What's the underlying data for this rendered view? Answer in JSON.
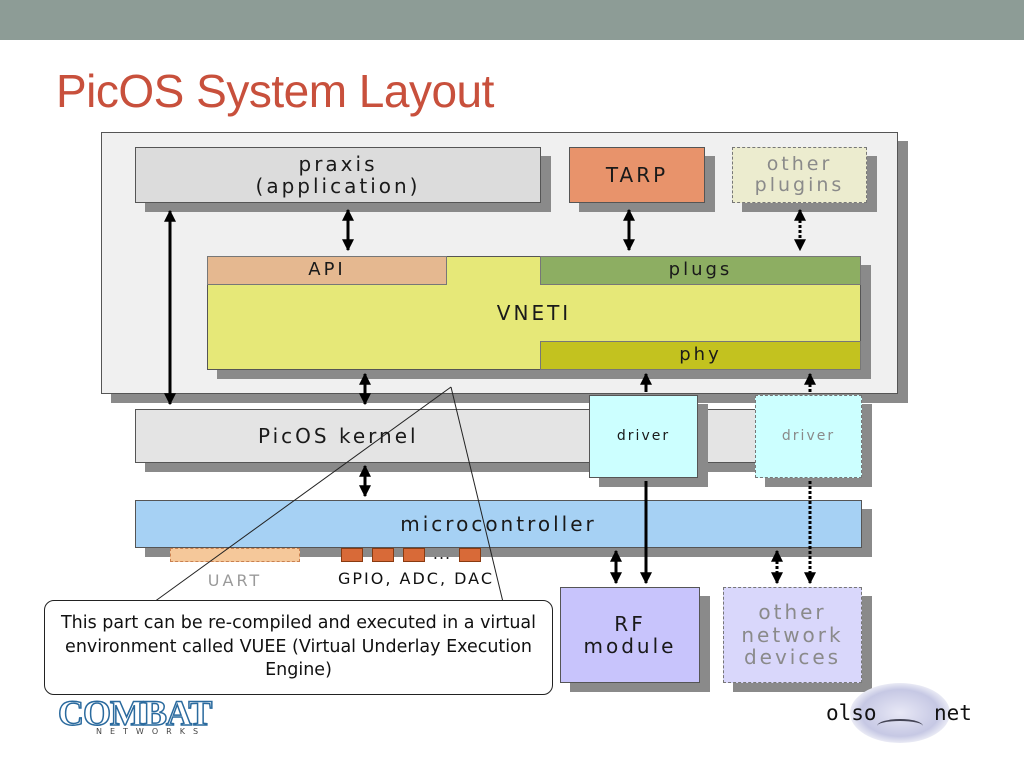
{
  "slide": {
    "title": "PicOS System Layout"
  },
  "diagram": {
    "praxis": {
      "line1": "praxis",
      "line2": "(application)"
    },
    "tarp": "TARP",
    "other_plugins": {
      "line1": "other",
      "line2": "plugins"
    },
    "api": "API",
    "plugs": "plugs",
    "vneti": "VNETI",
    "phy": "phy",
    "kernel": "PicOS kernel",
    "driver_1": "driver",
    "driver_2": "driver",
    "microcontroller": "microcontroller",
    "pins_ellipsis": "...",
    "uart": "UART",
    "gpio": "GPIO, ADC, DAC",
    "rf_module": {
      "line1": "RF",
      "line2": "module"
    },
    "other_devices": {
      "line1": "other",
      "line2": "network",
      "line3": "devices"
    }
  },
  "callout": {
    "text": "This part can be re-compiled and executed in a virtual environment called VUEE (Virtual Underlay Execution Engine)"
  },
  "logos": {
    "combat": {
      "word": "COMBAT",
      "sub": "NETWORKS"
    },
    "olsonet": {
      "left": "olso",
      "right": "net"
    }
  },
  "colors": {
    "title": "#c8503c",
    "top_bar": "#8d9c96",
    "tarp": "#e8936b",
    "vneti": "#e6e878",
    "plugs": "#8dae62",
    "phy": "#c3c21f",
    "driver": "#ccffff",
    "microcontroller": "#a6d1f4",
    "rf_module": "#c8c4fc"
  }
}
